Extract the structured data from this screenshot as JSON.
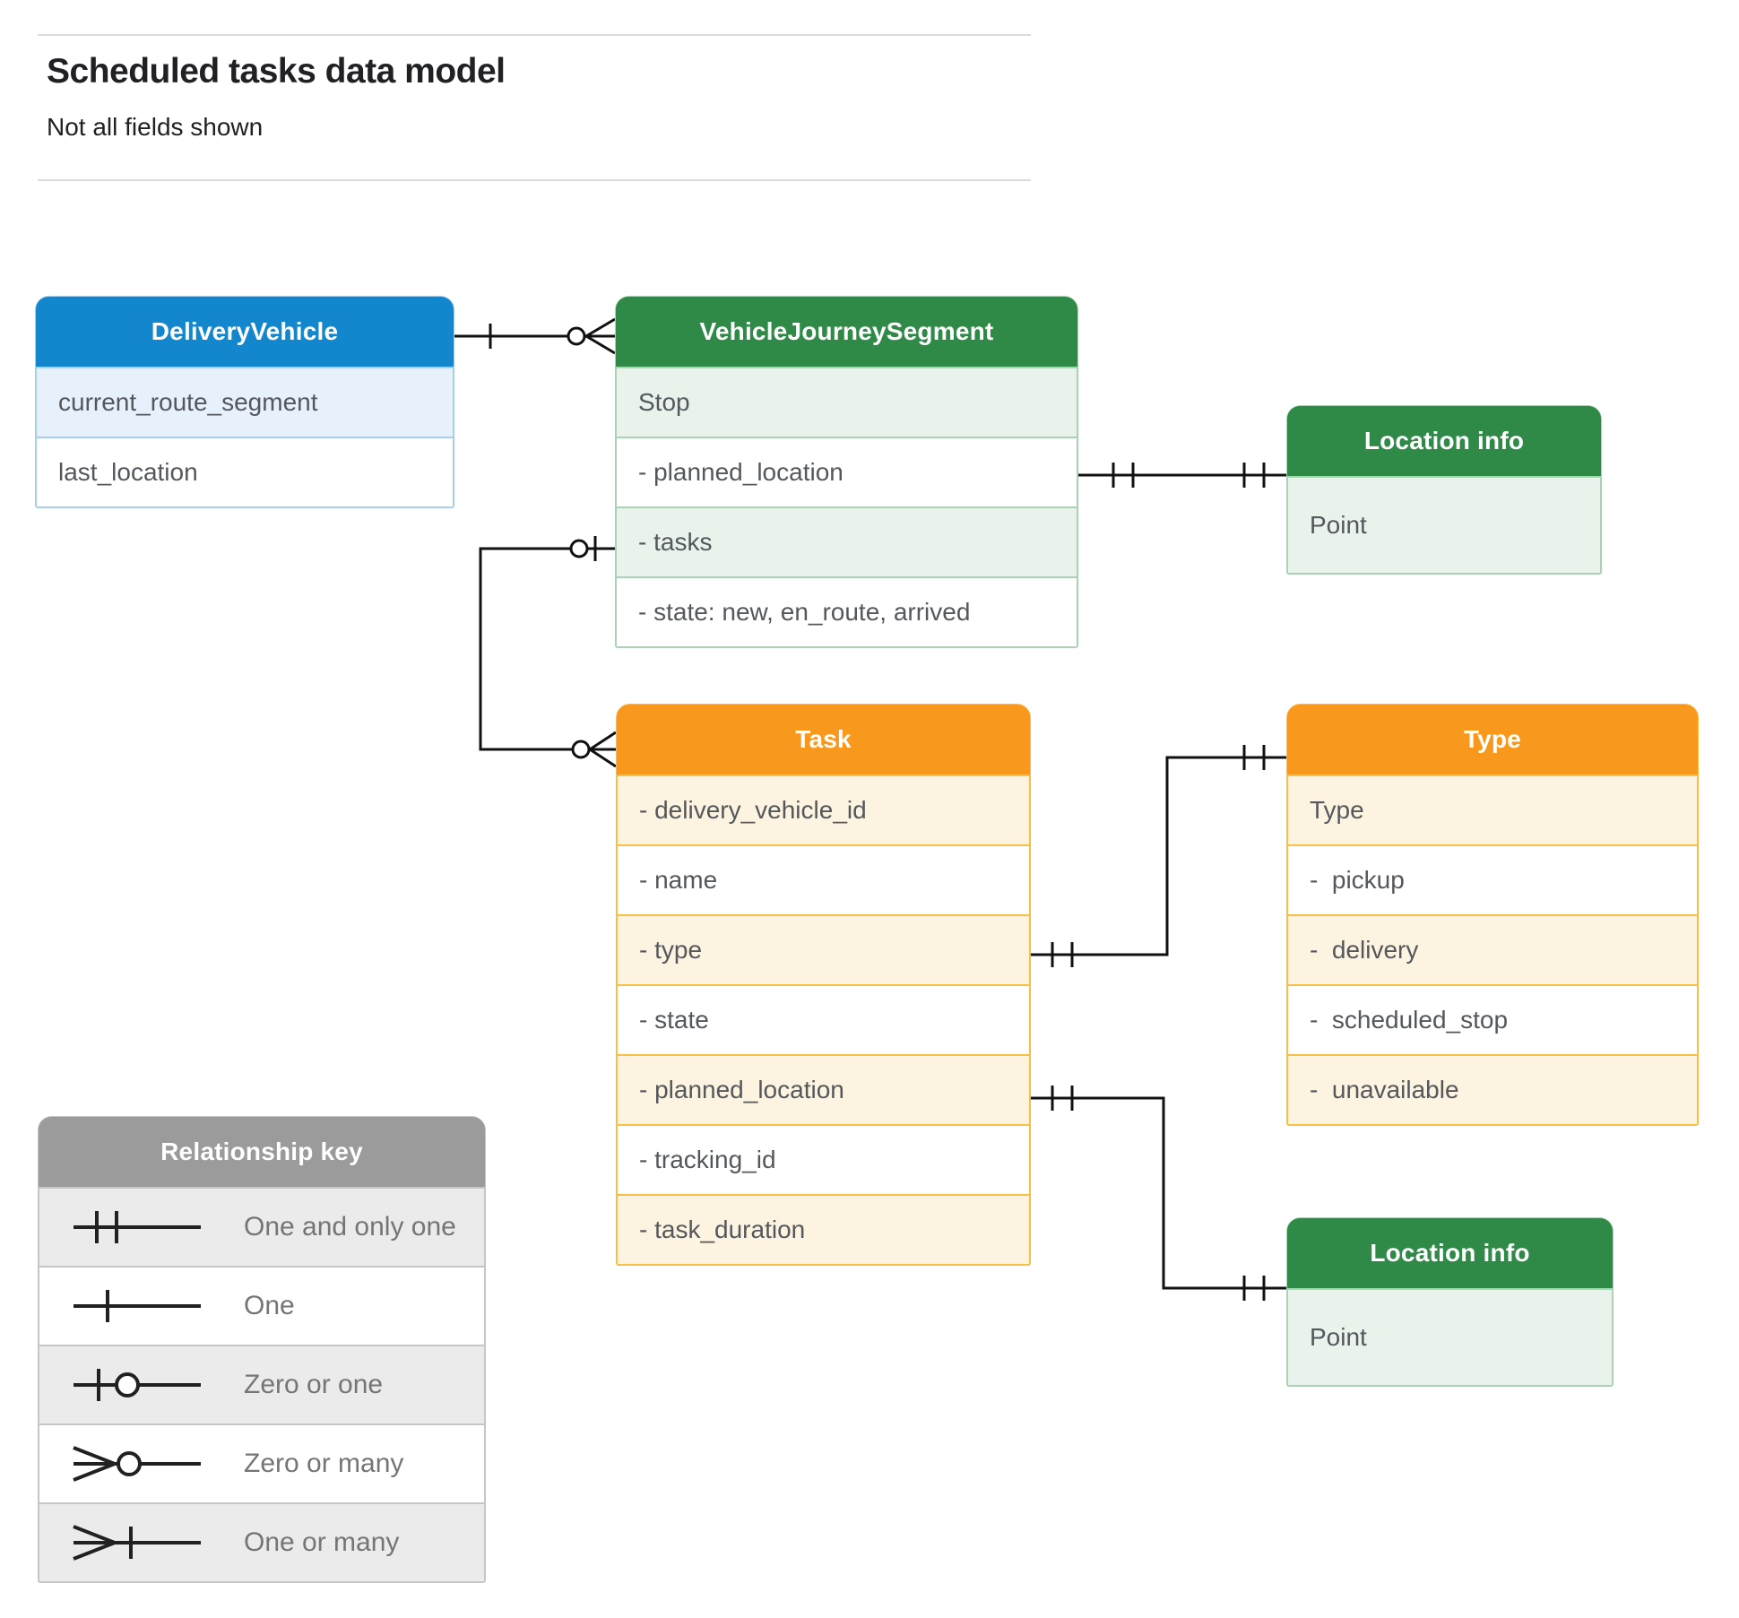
{
  "page": {
    "title": "Scheduled tasks data model",
    "subtitle": "Not all fields shown"
  },
  "colors": {
    "blue_header": "#1287CE",
    "green_header": "#2F8A47",
    "orange_header": "#F8991D",
    "gray_header": "#9B9B9B",
    "connector": "#111111"
  },
  "entities": {
    "dv": {
      "title": "DeliveryVehicle",
      "fields": [
        {
          "label": "current_route_segment"
        },
        {
          "label": "last_location"
        }
      ]
    },
    "vjs": {
      "title": "VehicleJourneySegment",
      "fields": [
        {
          "label": "Stop"
        },
        {
          "label": "- planned_location"
        },
        {
          "label": "- tasks"
        },
        {
          "label": "- state: new, en_route, arrived"
        }
      ]
    },
    "loc1": {
      "title": "Location info",
      "fields": [
        {
          "label": "Point"
        }
      ]
    },
    "task": {
      "title": "Task",
      "fields": [
        {
          "label": "- delivery_vehicle_id"
        },
        {
          "label": "- name"
        },
        {
          "label": "- type"
        },
        {
          "label": "- state"
        },
        {
          "label": "- planned_location"
        },
        {
          "label": "- tracking_id"
        },
        {
          "label": "- task_duration"
        }
      ]
    },
    "type": {
      "title": "Type",
      "fields": [
        {
          "label": "Type"
        },
        {
          "label": "-  pickup"
        },
        {
          "label": "-  delivery"
        },
        {
          "label": "-  scheduled_stop"
        },
        {
          "label": "-  unavailable"
        }
      ]
    },
    "loc2": {
      "title": "Location info",
      "fields": [
        {
          "label": "Point"
        }
      ]
    }
  },
  "relationships": [
    {
      "from": "DeliveryVehicle",
      "to": "VehicleJourneySegment",
      "from_cardinality": "one",
      "to_cardinality": "zero-or-many"
    },
    {
      "from": "VehicleJourneySegment.planned_location",
      "to": "Location info",
      "from_cardinality": "one-and-only-one",
      "to_cardinality": "one-and-only-one"
    },
    {
      "from": "VehicleJourneySegment.tasks",
      "to": "Task",
      "from_cardinality": "zero-or-one",
      "to_cardinality": "zero-or-many"
    },
    {
      "from": "Task.type",
      "to": "Type",
      "from_cardinality": "one-and-only-one",
      "to_cardinality": "one-and-only-one"
    },
    {
      "from": "Task.planned_location",
      "to": "Location info",
      "from_cardinality": "one-and-only-one",
      "to_cardinality": "one-and-only-one"
    }
  ],
  "legend": {
    "title": "Relationship key",
    "items": [
      {
        "label": "One and only one",
        "symbol": "one-and-only-one"
      },
      {
        "label": "One",
        "symbol": "one"
      },
      {
        "label": "Zero or one",
        "symbol": "zero-or-one"
      },
      {
        "label": "Zero or many",
        "symbol": "zero-or-many"
      },
      {
        "label": "One or many",
        "symbol": "one-or-many"
      }
    ]
  }
}
